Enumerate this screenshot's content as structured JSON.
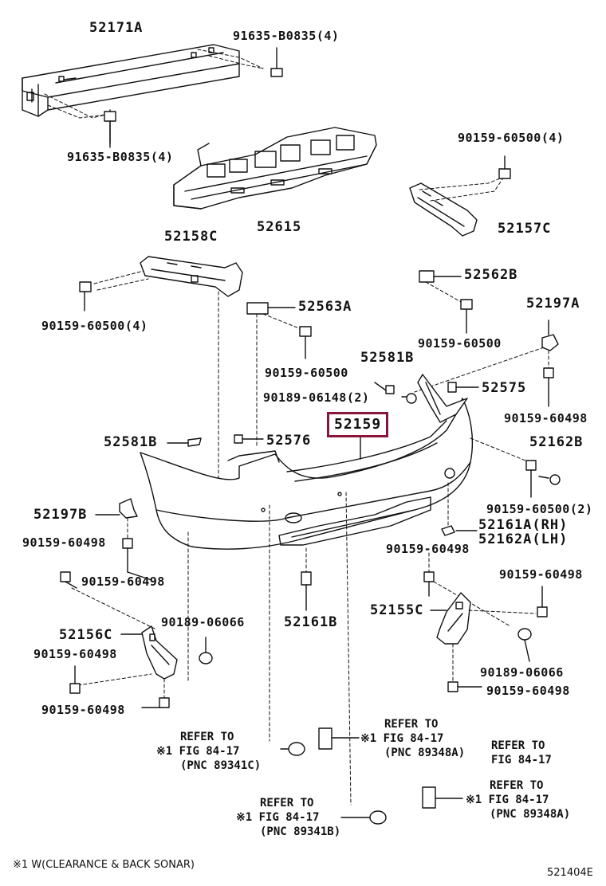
{
  "labels": {
    "p52171A": "52171A",
    "p91635_top": "91635-B0835(4)",
    "p91635_left": "91635-B0835(4)",
    "p90159_60500_4_right": "90159-60500(4)",
    "p52615": "52615",
    "p52157C": "52157C",
    "p52158C": "52158C",
    "p90159_60500_4_left": "90159-60500(4)",
    "p52562B": "52562B",
    "p52563A": "52563A",
    "p52197A": "52197A",
    "p90159_60500_mid_right": "90159-60500",
    "p90159_60500_mid": "90159-60500",
    "p52581B_top": "52581B",
    "p90189_06148": "90189-06148(2)",
    "p52575": "52575",
    "p90159_60498_r1": "90159-60498",
    "p52159": "52159",
    "p52581B_left": "52581B",
    "p52576": "52576",
    "p52162B": "52162B",
    "p90159_60500_2": "90159-60500(2)",
    "p52197B": "52197B",
    "p52161A": "52161A(RH)",
    "p52162A": "52162A(LH)",
    "p90159_60498_l1": "90159-60498",
    "p90159_60498_c": "90159-60498",
    "p90159_60498_l2": "90159-60498",
    "p90159_60498_r2": "90159-60498",
    "p52161B": "52161B",
    "p52155C": "52155C",
    "p90189_06066_l": "90189-06066",
    "p52156C": "52156C",
    "p90159_60498_l3": "90159-60498",
    "p90189_06066_r": "90189-06066",
    "p90159_60498_r3": "90159-60498",
    "p90159_60498_l4": "90159-60498"
  },
  "refs": {
    "ref1": {
      "l1": "REFER TO",
      "l2": "※1 FIG 84-17",
      "l3": "(PNC 89341C)"
    },
    "ref2": {
      "l1": "REFER TO",
      "l2": "※1 FIG 84-17",
      "l3": "(PNC 89348A)"
    },
    "ref3": {
      "l1": "REFER TO",
      "l2": "FIG 84-17"
    },
    "ref4": {
      "l1": "REFER TO",
      "l2": "※1 FIG 84-17",
      "l3": "(PNC 89341B)"
    },
    "ref5": {
      "l1": "REFER TO",
      "l2": "※1 FIG 84-17",
      "l3": "(PNC 89348A)"
    }
  },
  "footer": {
    "note": "※1 W(CLEARANCE & BACK SONAR)",
    "code": "521404E"
  },
  "colors": {
    "highlight": "#8a1538",
    "line": "#111111"
  }
}
